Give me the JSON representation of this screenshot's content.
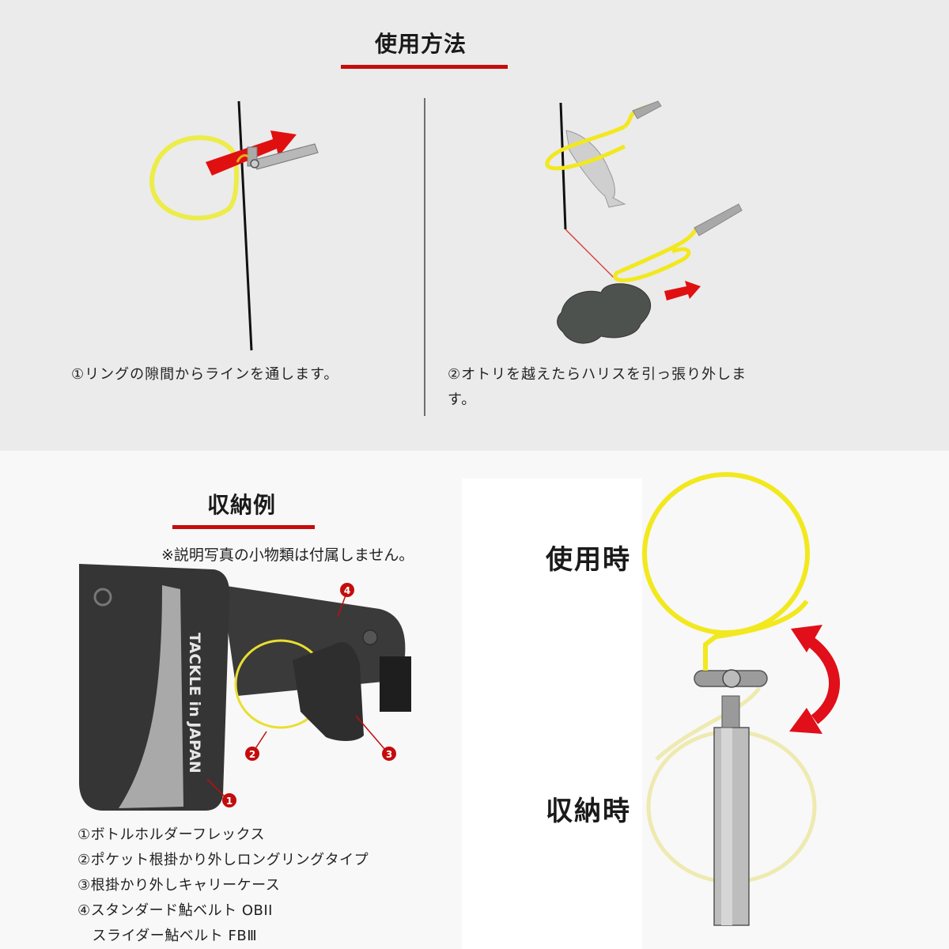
{
  "usage_section": {
    "title": "使用方法",
    "steps": [
      {
        "number": "①",
        "text": "①リングの隙間からラインを通します。",
        "illustration": "ring-line-threading-diagram"
      },
      {
        "number": "②",
        "text": "②オトリを越えたらハリスを引っ張り外します。",
        "text_lines": [
          "②オトリを越えたらハリスを引っ張り外しま",
          "す。"
        ],
        "illustration": "snag-release-diagram"
      }
    ]
  },
  "storage_section": {
    "title": "収納例",
    "note": "※説明写真の小物類は付属しません。",
    "photo": {
      "brand_print": "TACKLE in JAPAN",
      "callouts": [
        "1",
        "2",
        "3",
        "4"
      ]
    },
    "parts": [
      "①ボトルホルダーフレックス",
      "②ポケット根掛かり外しロングリングタイプ",
      "③根掛かり外しキャリーケース",
      "④スタンダード鮎ベルト OBII",
      "　スライダー鮎ベルト FBⅢ"
    ]
  },
  "ring_diagram": {
    "in_use_label": "使用時",
    "stored_label": "収納時",
    "rotate_icon": "double-curved-arrow-icon"
  },
  "colors": {
    "accent_red": "#c40c0c",
    "ring_yellow": "#f2e81e",
    "ring_stored": "#eeeab0",
    "top_bg": "#ebebeb",
    "bottom_bg": "#f8f8f8"
  }
}
